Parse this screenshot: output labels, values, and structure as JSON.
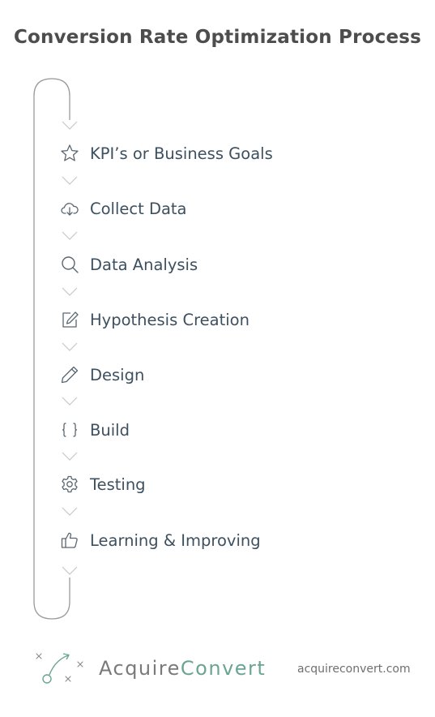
{
  "title": "Conversion Rate Optimization Process",
  "steps": [
    {
      "label": "KPI’s or Business Goals",
      "icon": "star-icon"
    },
    {
      "label": "Collect Data",
      "icon": "cloud-download-icon"
    },
    {
      "label": "Data Analysis",
      "icon": "search-icon"
    },
    {
      "label": "Hypothesis Creation",
      "icon": "edit-icon"
    },
    {
      "label": "Design",
      "icon": "pencil-icon"
    },
    {
      "label": "Build",
      "icon": "braces-icon"
    },
    {
      "label": "Testing",
      "icon": "gear-icon"
    },
    {
      "label": "Learning & Improving",
      "icon": "thumbs-up-icon"
    }
  ],
  "footer": {
    "brand_part1": "Acquire",
    "brand_part2": "Convert",
    "url": "acquireconvert.com"
  },
  "colors": {
    "title": "#4d4d4d",
    "label": "#3d5060",
    "loop_line": "#9a9a9a",
    "chevron": "#c8c8c8",
    "brand_accent": "#6aa593"
  }
}
